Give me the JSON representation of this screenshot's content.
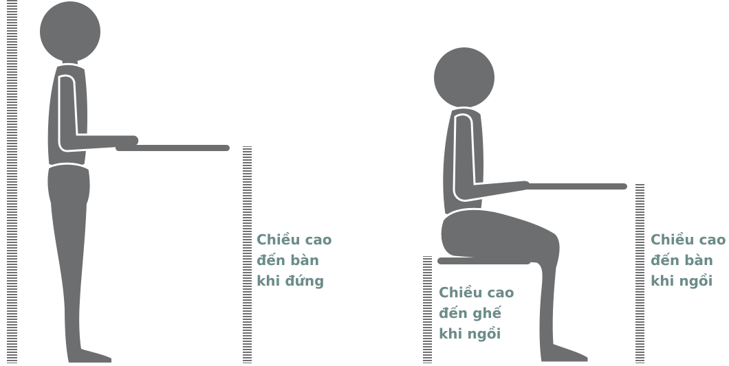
{
  "colors": {
    "figure": "#6d6e70",
    "outline": "#ffffff",
    "ruler": "#6d6e70",
    "label_text": "#6b8c89"
  },
  "labels": {
    "standing_desk_height": [
      "Chiều cao",
      "đến bàn",
      "khi đứng"
    ],
    "chair_height": [
      "Chiều cao",
      "đến ghế",
      "khi ngồi"
    ],
    "sitting_desk_height": [
      "Chiều cao",
      "đến bàn",
      "khi ngồi"
    ]
  }
}
